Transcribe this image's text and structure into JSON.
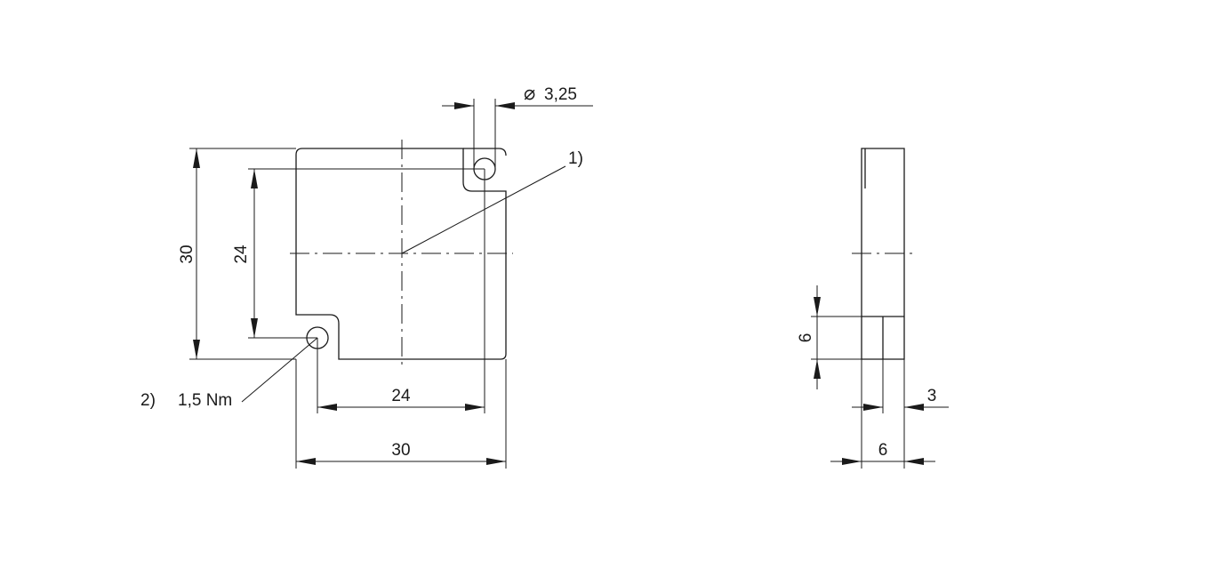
{
  "front_view": {
    "dim_diameter": "3,25",
    "diameter_symbol": "⌀",
    "dim_height_outer": "30",
    "dim_height_holes": "24",
    "dim_width_holes": "24",
    "dim_width_outer": "30",
    "callout_1": "1)",
    "callout_2": "2)",
    "torque": "1,5 Nm"
  },
  "side_view": {
    "dim_step_height": "6",
    "dim_step_depth": "3",
    "dim_thickness": "6"
  }
}
